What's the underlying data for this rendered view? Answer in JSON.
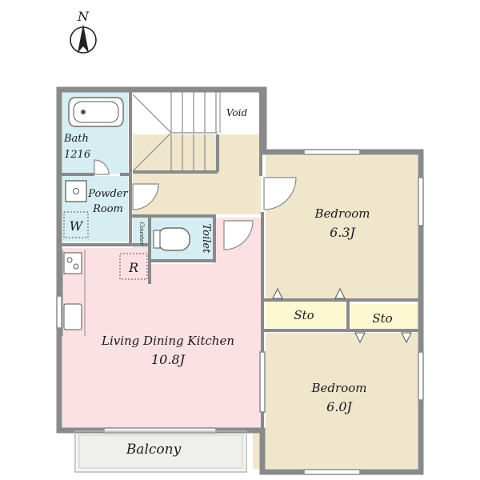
{
  "compass": {
    "label": "N"
  },
  "rooms": {
    "bath": {
      "name": "Bath",
      "size": "1216"
    },
    "powder_room": {
      "line1": "Powder",
      "line2": "Room"
    },
    "washer": {
      "label": "W"
    },
    "fridge": {
      "label": "R"
    },
    "counter": {
      "label": "Counter"
    },
    "toilet": {
      "label": "Toilet"
    },
    "void": {
      "label": "Void"
    },
    "bedroom_top": {
      "name": "Bedroom",
      "size": "6.3J"
    },
    "bedroom_bottom": {
      "name": "Bedroom",
      "size": "6.0J"
    },
    "storage_left": {
      "label": "Sto"
    },
    "storage_right": {
      "label": "Sto"
    },
    "ldk": {
      "name": "Living Dining Kitchen",
      "size": "10.8J"
    },
    "balcony": {
      "label": "Balcony"
    }
  },
  "colors": {
    "wall": "#8a8a8a",
    "bath": "#d6eef2",
    "ldk": "#fbe0e4",
    "bedroom": "#efe6cc",
    "hall": "#efe6cc",
    "storage": "#fbf8d2",
    "balcony": "#efefec"
  }
}
